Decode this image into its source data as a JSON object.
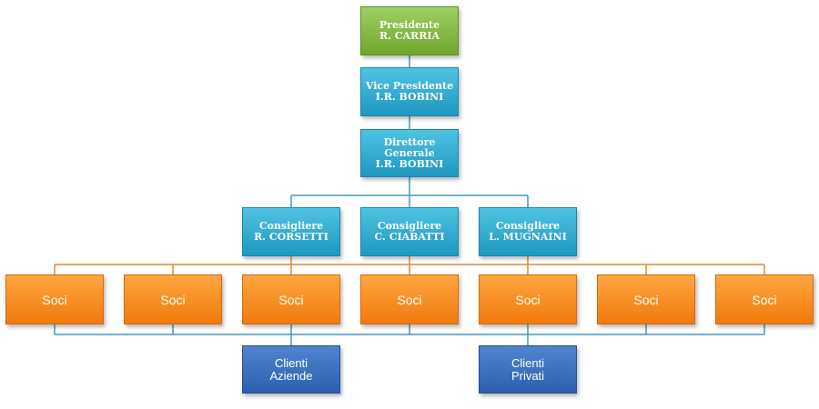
{
  "top": {
    "president": {
      "role": "Presidente",
      "name": "R. CARRIA"
    },
    "vice_president": {
      "role": "Vice Presidente",
      "name": "I.R.  BOBINI"
    },
    "general_director": {
      "role_line1": "Direttore",
      "role_line2": "Generale",
      "name": "I.R.  BOBINI"
    }
  },
  "advisors": [
    {
      "role": "Consigliere",
      "name": "R. CORSETTI"
    },
    {
      "role": "Consigliere",
      "name": "C. CIABATTI"
    },
    {
      "role": "Consigliere",
      "name": "L. MUGNAINI"
    }
  ],
  "members": [
    "Soci",
    "Soci",
    "Soci",
    "Soci",
    "Soci",
    "Soci",
    "Soci"
  ],
  "clients": [
    {
      "line1": "Clienti",
      "line2": "Aziende"
    },
    {
      "line1": "Clienti",
      "line2": "Privati"
    }
  ],
  "colors": {
    "president": "#7fb744",
    "executive": "#32add4",
    "members": "#f7891f",
    "clients": "#3a6fbf",
    "connector_blue": "#3d9ac4",
    "connector_orange": "#e3892e"
  }
}
